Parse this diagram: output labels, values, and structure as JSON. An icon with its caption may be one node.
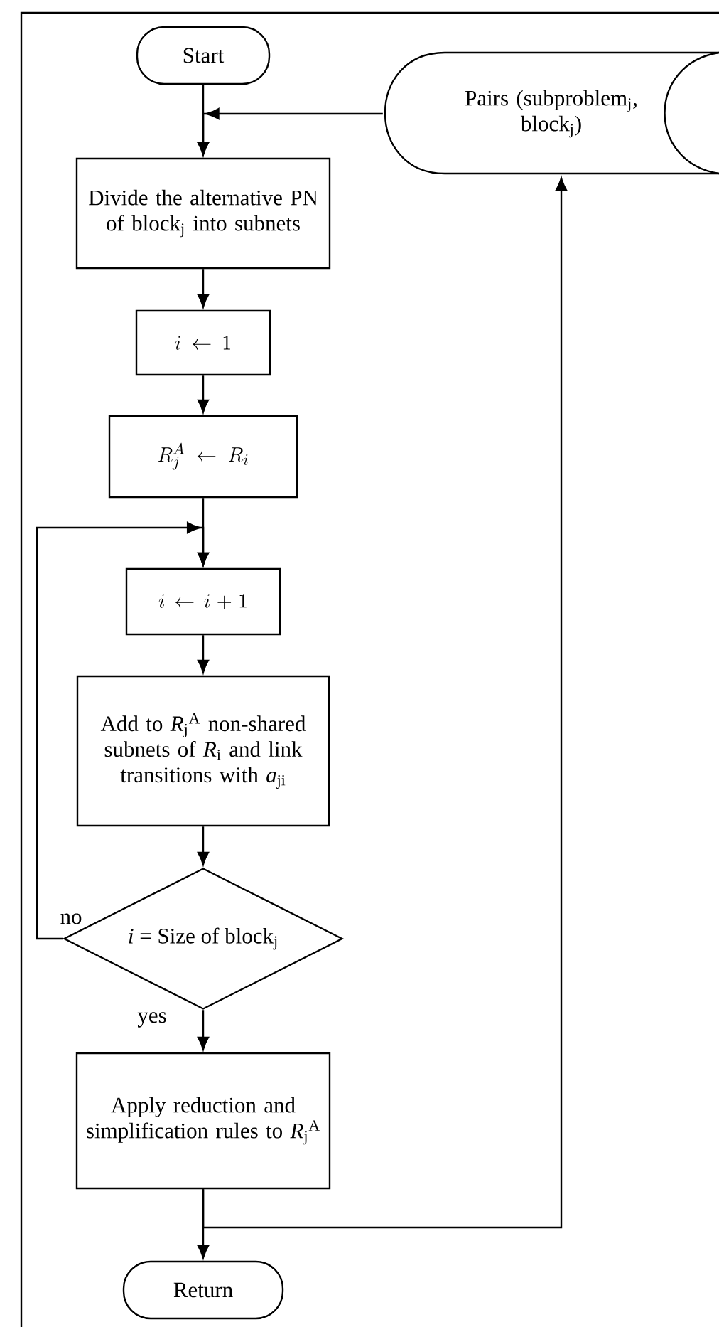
{
  "diagram": {
    "nodes": [
      {
        "text": [
          "Start"
        ]
      },
      {
        "text": [
          "Pairs (subproblem$_{j}$, block$_{j}$)"
        ]
      },
      {
        "text": [
          "Divide the alternative PN of block$_{j}$ into subnets"
        ]
      },
      {
        "text": [
          "i \\leftarrow 1"
        ]
      },
      {
        "text": [
          "R_j^A \\leftarrow R_i"
        ]
      },
      {
        "text": [
          "i \\leftarrow i + 1"
        ]
      },
      {
        "text": [
          "Add to *R*$_{j}$$^{A}$ non-shared subnets of *R*$_{i}$ and link transitions with *a*$_{ji}$"
        ]
      },
      {
        "text": [
          "*i* = Size of block$_{j}$"
        ]
      },
      {
        "text": [
          "Apply reduction and simplification rules to *R*$_{j}$$^{A}$"
        ]
      },
      {
        "text": [
          "Return"
        ]
      }
    ],
    "edges": [
      {
        "from": 0,
        "to": 2,
        "arrow": "to"
      },
      {
        "from": 1,
        "to": 2,
        "arrow": "to"
      },
      {
        "from": 2,
        "to": 3,
        "arrow": "to"
      },
      {
        "from": 3,
        "to": 4,
        "arrow": "to"
      },
      {
        "from": 4,
        "to": 5,
        "arrow": "to"
      },
      {
        "from": 5,
        "to": 6,
        "arrow": "to"
      },
      {
        "from": 6,
        "to": 7,
        "arrow": "to"
      },
      {
        "from": 7,
        "to": 5,
        "arrow": "to",
        "label": "no"
      },
      {
        "from": 7,
        "to": 8,
        "arrow": "to",
        "label": "yes"
      },
      {
        "from": 8,
        "to": 9,
        "arrow": "to"
      },
      {
        "from": 8,
        "to": 1,
        "arrow": "to"
      }
    ]
  }
}
